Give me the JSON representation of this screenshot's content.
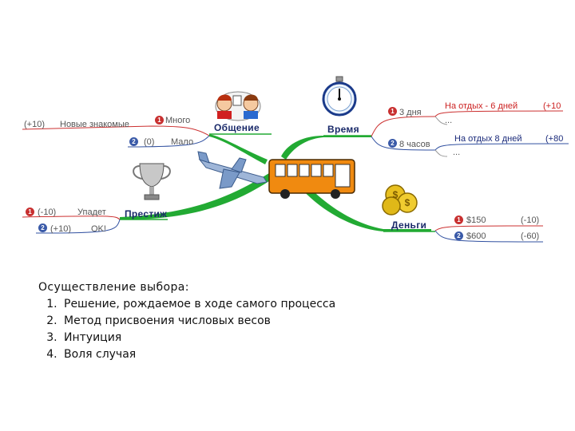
{
  "colors": {
    "branch_line": "#22aa33",
    "red_line": "#cc3030",
    "blue_line": "#3050a0",
    "grey_line": "#999999"
  },
  "branches": {
    "obshchenie": "Общение",
    "vremya": "Время",
    "prestizh": "Престиж",
    "dengi": "Деньги"
  },
  "obshchenie_nodes": {
    "plus10": "(+10)",
    "new_friends": "Новые знакомые",
    "mnogo": "Много",
    "zero": "(0)",
    "malo": "Мало"
  },
  "prestizh_nodes": {
    "minus10": "(-10)",
    "upadet": "Упадет",
    "plus10": "(+10)",
    "ok": "OK!"
  },
  "vremya_nodes": {
    "three_days": "3 дня",
    "vacation_6": "На отдых - 6 дней",
    "score_6": "(+10",
    "dots_1": "...",
    "eight_hours": "8 часов",
    "vacation_8": "На отдых 8 дней",
    "score_8": "(+80",
    "dots_2": "..."
  },
  "dengi_nodes": {
    "d150": "$150",
    "s150": "(-10)",
    "d600": "$600",
    "s600": "(-60)"
  },
  "badges": {
    "one": "1",
    "two": "2"
  },
  "icons": [
    "people-icon",
    "stopwatch-icon",
    "trophy-icon",
    "coins-icon",
    "airplane-icon",
    "bus-icon"
  ],
  "note": {
    "title": "Осуществление выбора:",
    "items": [
      "Решение, рождаемое в ходе самого процесса",
      "Метод присвоения числовых весов",
      "Интуиция",
      "Воля случая"
    ]
  }
}
